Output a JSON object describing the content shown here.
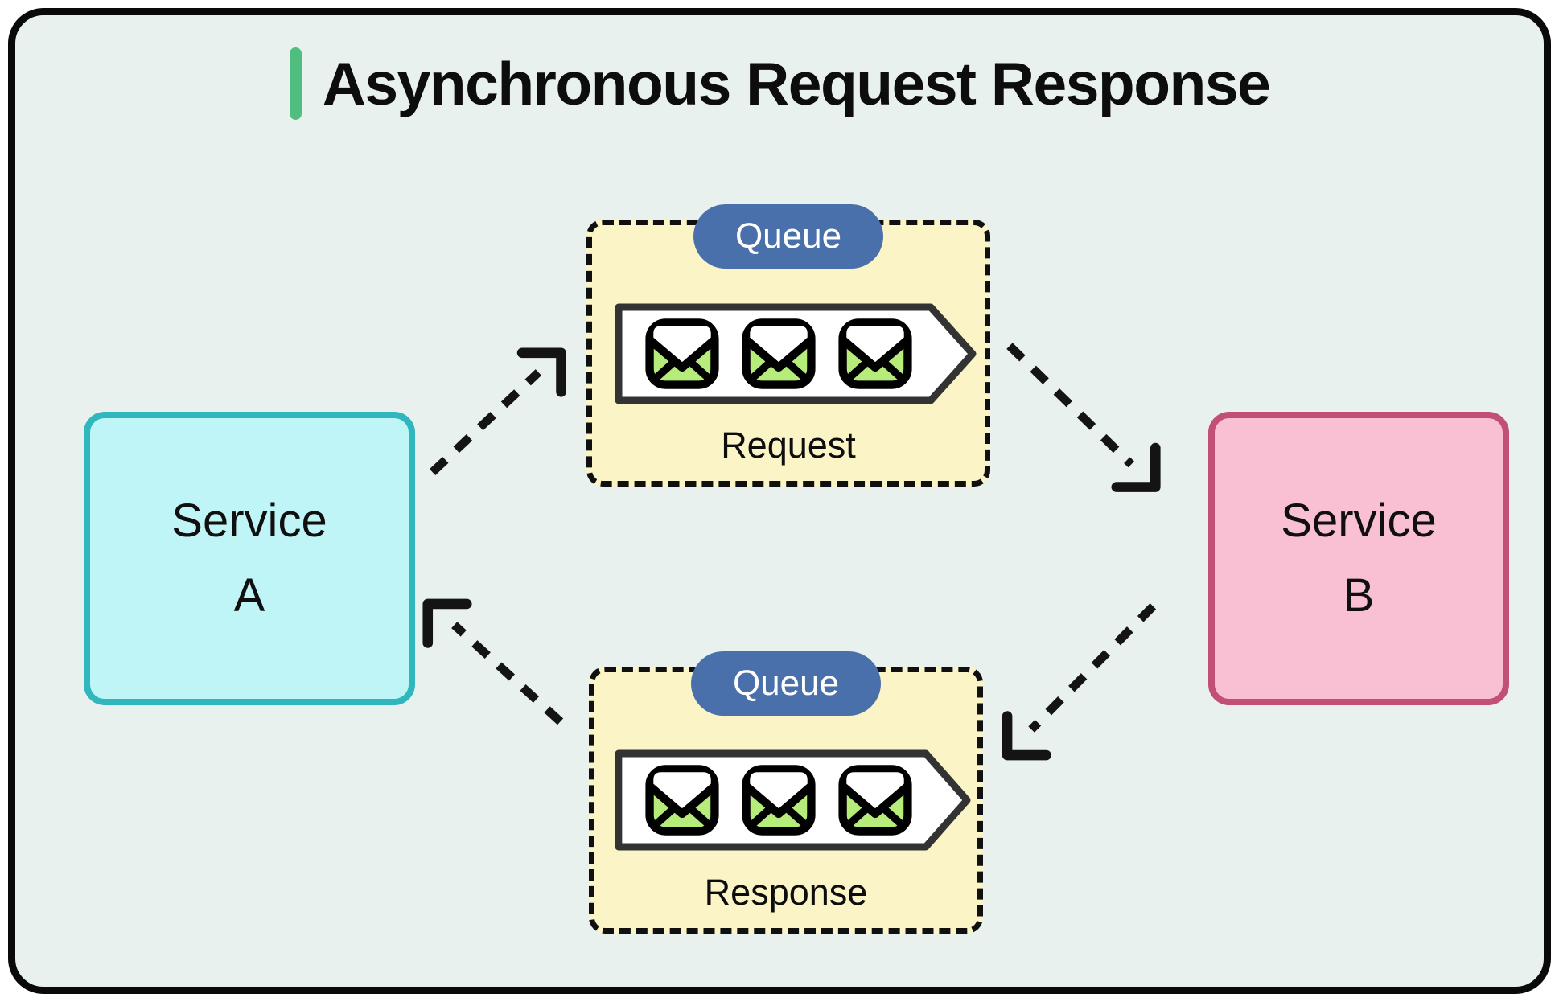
{
  "title": {
    "text": "Asynchronous Request Response",
    "accent_color": "#4fbe80"
  },
  "services": {
    "a": {
      "line1": "Service",
      "line2": "A",
      "fill": "#c0f5f8",
      "border": "#30b7be"
    },
    "b": {
      "line1": "Service",
      "line2": "B",
      "fill": "#f9c0d3",
      "border": "#c14f77"
    }
  },
  "queues": {
    "request": {
      "badge": "Queue",
      "label": "Request",
      "envelope_count": 3
    },
    "response": {
      "badge": "Queue",
      "label": "Response",
      "envelope_count": 3
    }
  },
  "flows": [
    {
      "from": "Service A",
      "to": "Request Queue"
    },
    {
      "from": "Request Queue",
      "to": "Service B"
    },
    {
      "from": "Service B",
      "to": "Response Queue"
    },
    {
      "from": "Response Queue",
      "to": "Service A"
    }
  ],
  "colors": {
    "canvas_bg": "#e8f1ed",
    "frame_border": "#0a0a0a",
    "queue_bg": "#fbf4c6",
    "badge_bg": "#4a70ac",
    "envelope_green": "#b6ec79",
    "arrow": "#141414"
  }
}
